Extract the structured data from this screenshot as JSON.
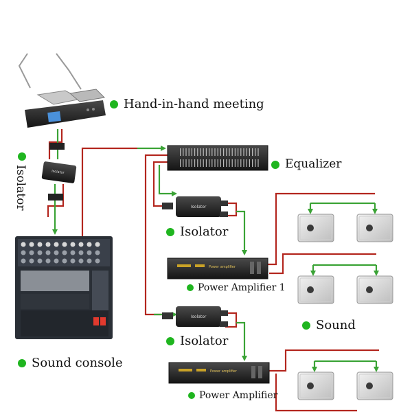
{
  "labels": {
    "meeting": "Hand-in-hand meeting",
    "isolator_left": "Isolator",
    "equalizer": "Equalizer",
    "isolator_1": "Isolator",
    "amp_1": "Power Amplifier 1",
    "sound": "Sound",
    "isolator_2": "Isolator",
    "amp_2": "Power Amplifier",
    "console": "Sound console"
  },
  "device_text": {
    "isolator_box": "Isolator",
    "amp_title": "Power amplifier"
  },
  "colors": {
    "dot": "#1fb51f",
    "wire_red": "#b3261e",
    "wire_green": "#3aa335"
  }
}
